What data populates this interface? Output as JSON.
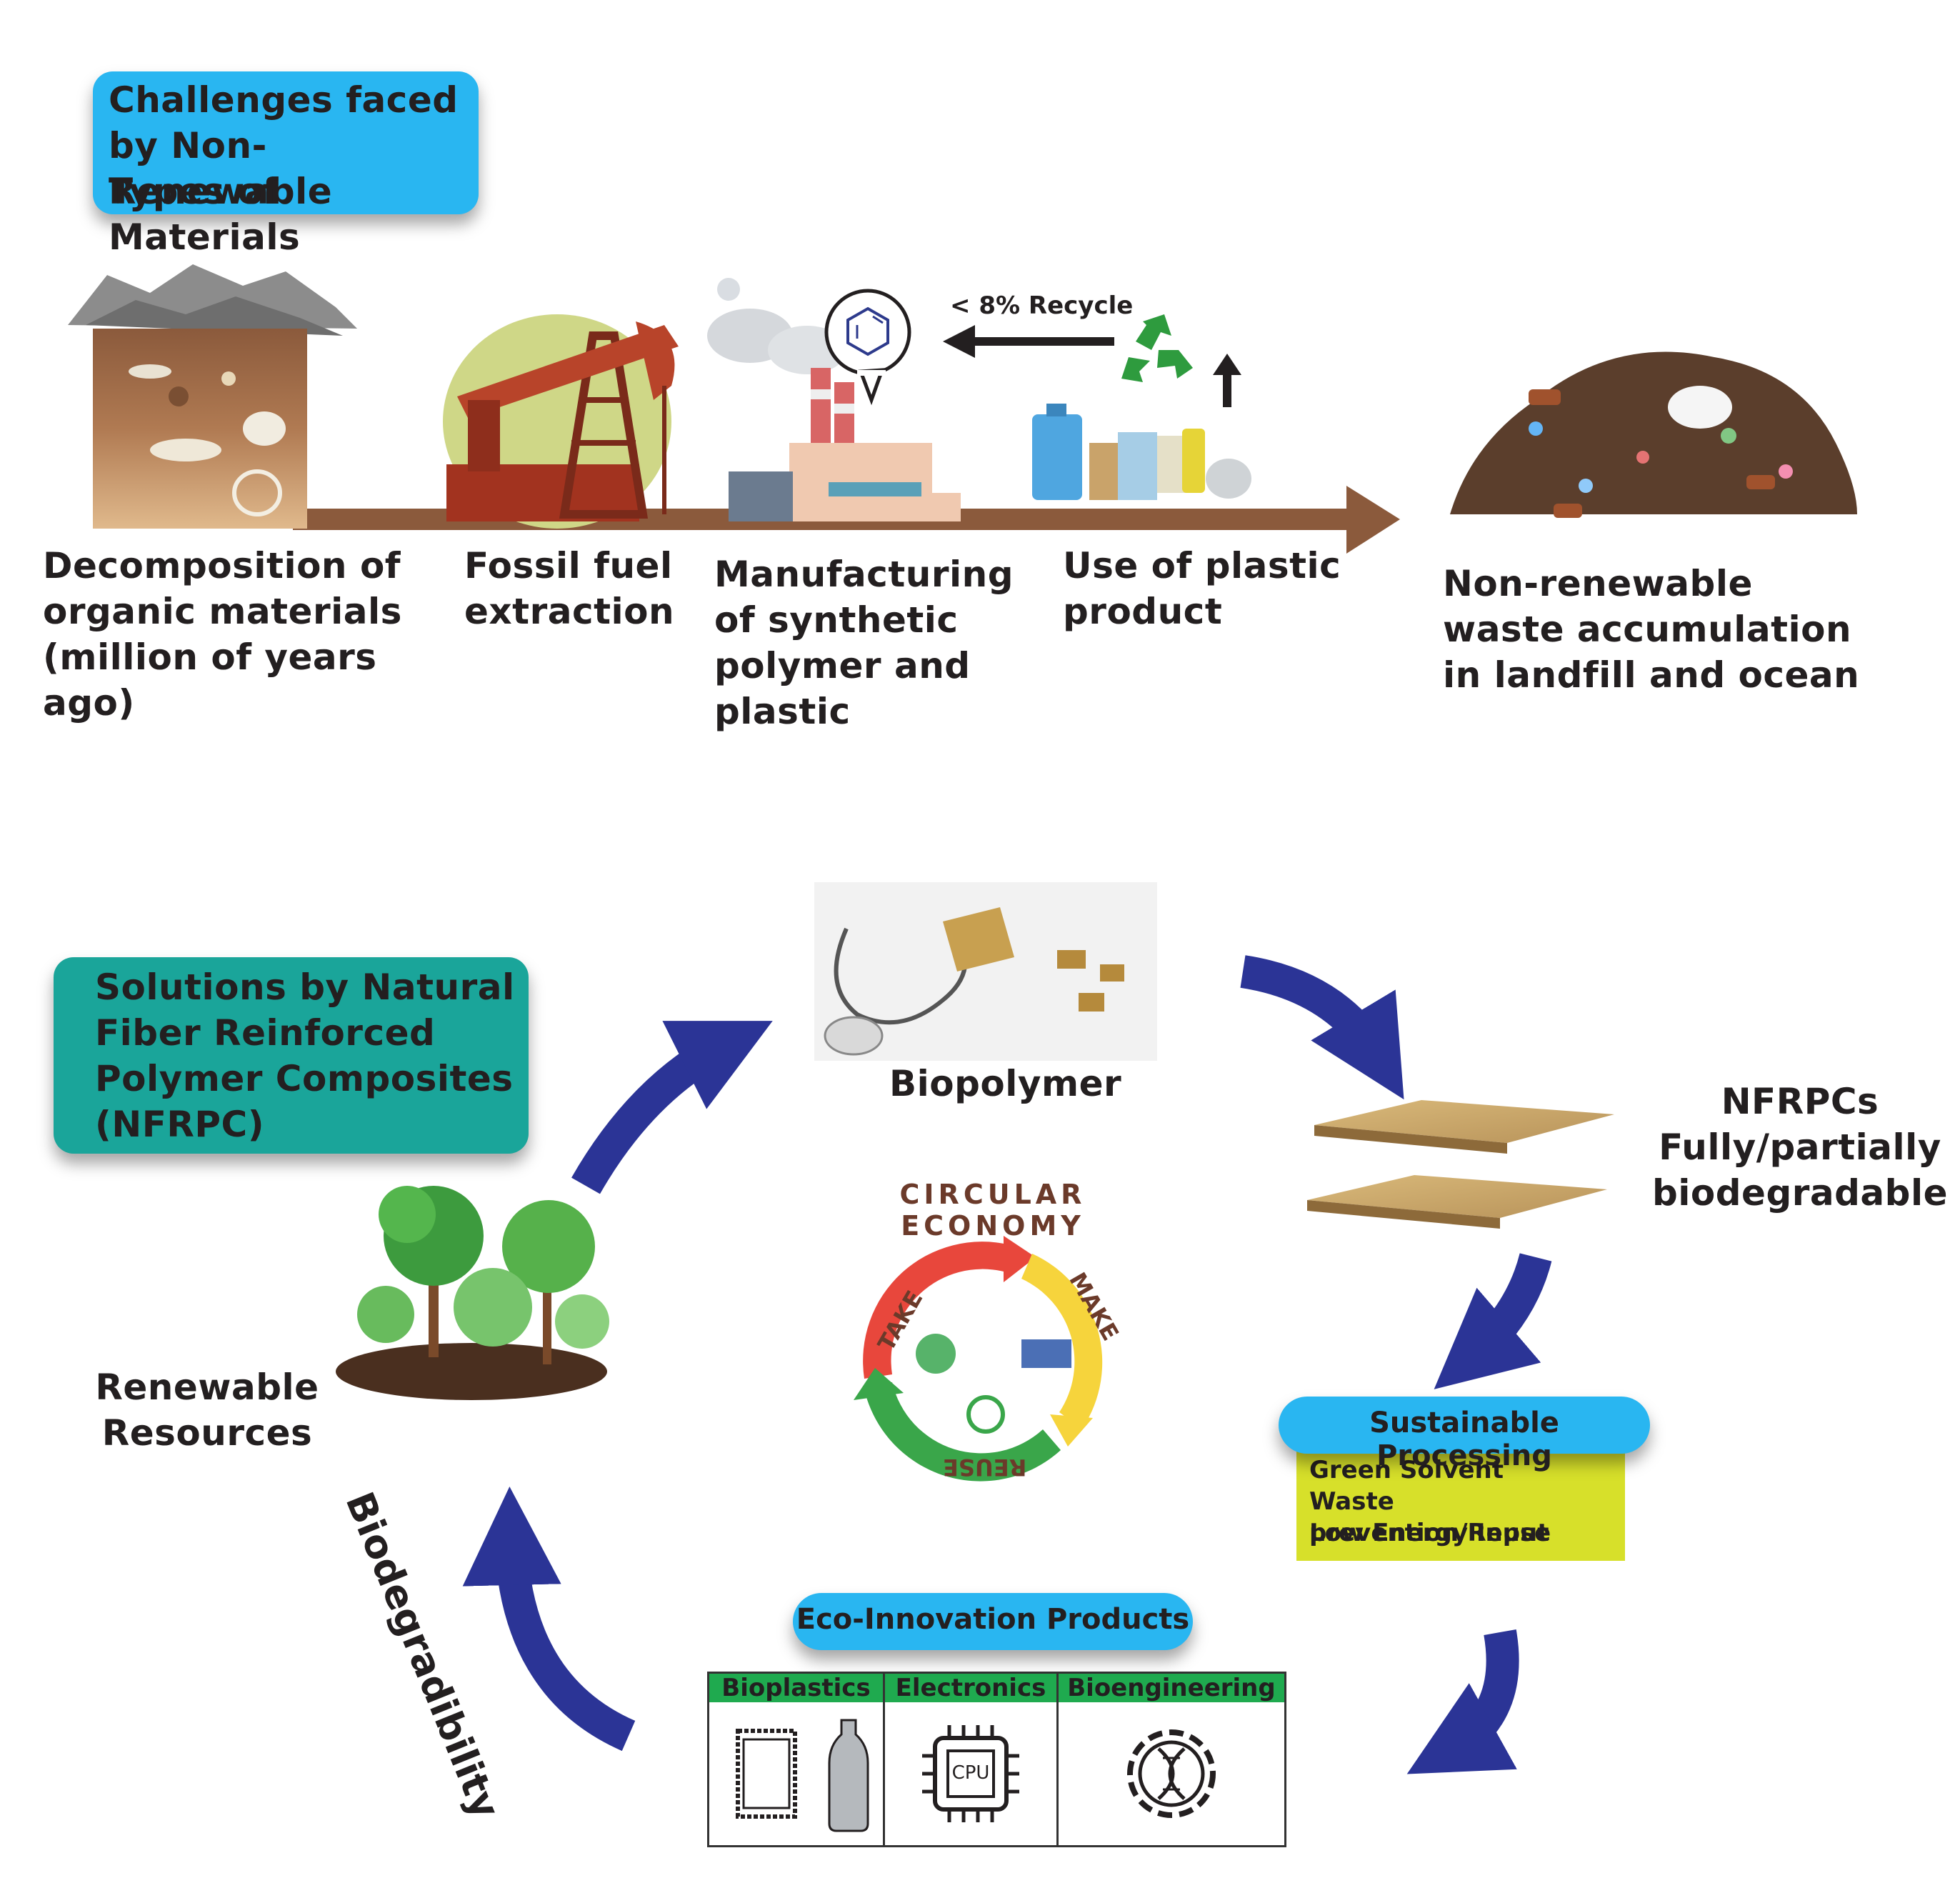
{
  "top": {
    "title": "Challenges faced by Non-Renewable Types of Materials",
    "title_lines": [
      "Challenges faced",
      "by Non-Renewable",
      "Types of Materials"
    ],
    "recycle_note": "< 8% Recycle",
    "stages": [
      {
        "lines": [
          "Decomposition of",
          "organic materials",
          "(million of years",
          "ago)"
        ]
      },
      {
        "lines": [
          "Fossil fuel",
          "extraction"
        ]
      },
      {
        "lines": [
          "Manufacturing",
          "of synthetic",
          "polymer and",
          "plastic"
        ]
      },
      {
        "lines": [
          "Use of plastic",
          "product"
        ]
      },
      {
        "lines": [
          "Non-renewable",
          "waste accumulation",
          "in landfill and ocean"
        ]
      }
    ]
  },
  "bottom": {
    "title_lines": [
      "Solutions by Natural",
      "Fiber Reinforced",
      "Polymer Composites",
      "(NFRPC)"
    ],
    "biopolymer": "Biopolymer",
    "nfrpc_lines": [
      "NFRPCs",
      "Fully/partially",
      "biodegradable"
    ],
    "renewable_lines": [
      "Renewable",
      "Resources"
    ],
    "biodegradability": "Biodegradibility",
    "circular": {
      "title": "CIRCULAR ECONOMY",
      "take": "TAKE",
      "make": "MAKE",
      "reuse": "REUSE"
    },
    "sustainable": {
      "title": "Sustainable Processing",
      "items": [
        "Green Solvent",
        "Waste prevention/Reuse",
        "Low Energy Input"
      ]
    },
    "eco": {
      "title": "Eco-Innovation Products",
      "columns": [
        "Bioplastics",
        "Electronics",
        "Bioengineering"
      ],
      "cpu_label": "CPU"
    }
  },
  "colors": {
    "title_blue": "#29b6f1",
    "title_teal": "#1aa59a",
    "arrow_brown": "#8b5a3c",
    "cycle_arrow": "#2b3496",
    "sustainable_box": "#d7e02a",
    "table_header": "#1faa4f",
    "ce_red": "#e8473c",
    "ce_yellow": "#f6d43c",
    "ce_green": "#3aa64a"
  }
}
